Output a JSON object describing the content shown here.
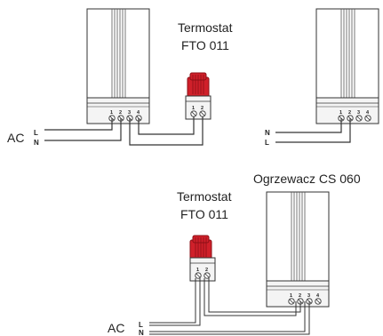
{
  "labels": {
    "thermostat_top_line1": "Termostat",
    "thermostat_top_line2": "FTO 011",
    "heater_bottom": "Ogrzewacz CS 060",
    "thermostat_bottom_line1": "Termostat",
    "thermostat_bottom_line2": "FTO 011",
    "ac_top": "AC",
    "ac_bottom": "AC"
  },
  "line_markers": {
    "top_left": [
      "L",
      "N"
    ],
    "top_right": [
      "N",
      "L"
    ],
    "bottom": [
      "L",
      "N"
    ]
  },
  "terminal_numbers": {
    "heater_top_left": [
      "1",
      "2",
      "3",
      "4"
    ],
    "thermostat_top": [
      "1",
      "2"
    ],
    "heater_top_right": [
      "1",
      "2",
      "3",
      "4"
    ],
    "thermostat_bottom": [
      "1",
      "2"
    ],
    "heater_bottom": [
      "1",
      "2",
      "3",
      "4"
    ]
  },
  "colors": {
    "thermostat_red": "#d0202a",
    "thermostat_red_dark": "#8b0f16",
    "line": "#333333",
    "body_fill": "#ffffff",
    "base_fill": "#f2f2f2"
  }
}
